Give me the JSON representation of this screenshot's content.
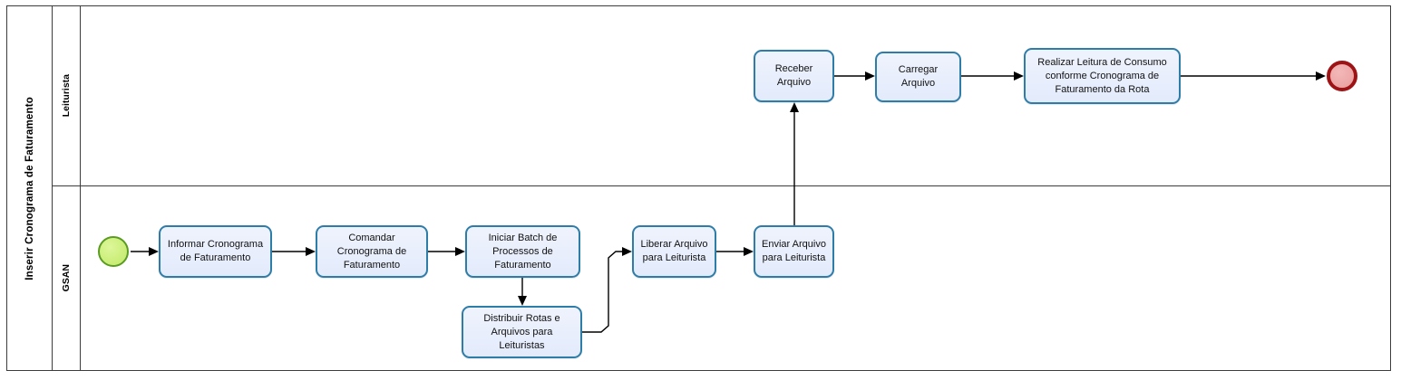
{
  "diagram": {
    "type": "bpmn-process-flow",
    "pool": {
      "label": "Inserir Cronograma de Faturamento"
    },
    "lanes": [
      {
        "id": "leiturista",
        "label": "Leiturista"
      },
      {
        "id": "gsan",
        "label": "GSAN"
      }
    ],
    "colors": {
      "task_fill": "#e8eefc",
      "task_border": "#2e7ca8",
      "start_event_fill": "#cdef7d",
      "start_event_border": "#5a9b22",
      "end_event_fill": "#eda8a8",
      "end_event_border": "#9d1316",
      "pool_border": "#3c3c3c",
      "connector": "#000000"
    },
    "events": [
      {
        "id": "start",
        "name": "start-event",
        "lane": "gsan"
      },
      {
        "id": "end",
        "name": "end-event",
        "lane": "leiturista"
      }
    ],
    "tasks": [
      {
        "id": "t1",
        "lane": "gsan",
        "label": "Informar Cronograma\nde Faturamento"
      },
      {
        "id": "t2",
        "lane": "gsan",
        "label": "Comandar\nCronograma de\nFaturamento"
      },
      {
        "id": "t3",
        "lane": "gsan",
        "label": "Iniciar Batch de\nProcessos de\nFaturamento"
      },
      {
        "id": "t4",
        "lane": "gsan",
        "label": "Distribuir  Rotas e\nArquivos para\nLeituristas"
      },
      {
        "id": "t5",
        "lane": "gsan",
        "label": "Liberar Arquivo\npara Leiturista"
      },
      {
        "id": "t6",
        "lane": "gsan",
        "label": "Enviar Arquivo\npara Leiturista"
      },
      {
        "id": "t7",
        "lane": "leiturista",
        "label": "Receber\nArquivo"
      },
      {
        "id": "t8",
        "lane": "leiturista",
        "label": "Carregar\nArquivo"
      },
      {
        "id": "t9",
        "lane": "leiturista",
        "label": "Realizar Leitura de Consumo\nconforme Cronograma de\nFaturamento da Rota"
      }
    ],
    "flows": [
      {
        "from": "start",
        "to": "t1"
      },
      {
        "from": "t1",
        "to": "t2"
      },
      {
        "from": "t2",
        "to": "t3"
      },
      {
        "from": "t3",
        "to": "t4"
      },
      {
        "from": "t4",
        "to": "t5"
      },
      {
        "from": "t5",
        "to": "t6"
      },
      {
        "from": "t6",
        "to": "t7"
      },
      {
        "from": "t7",
        "to": "t8"
      },
      {
        "from": "t8",
        "to": "t9"
      },
      {
        "from": "t9",
        "to": "end"
      }
    ]
  }
}
